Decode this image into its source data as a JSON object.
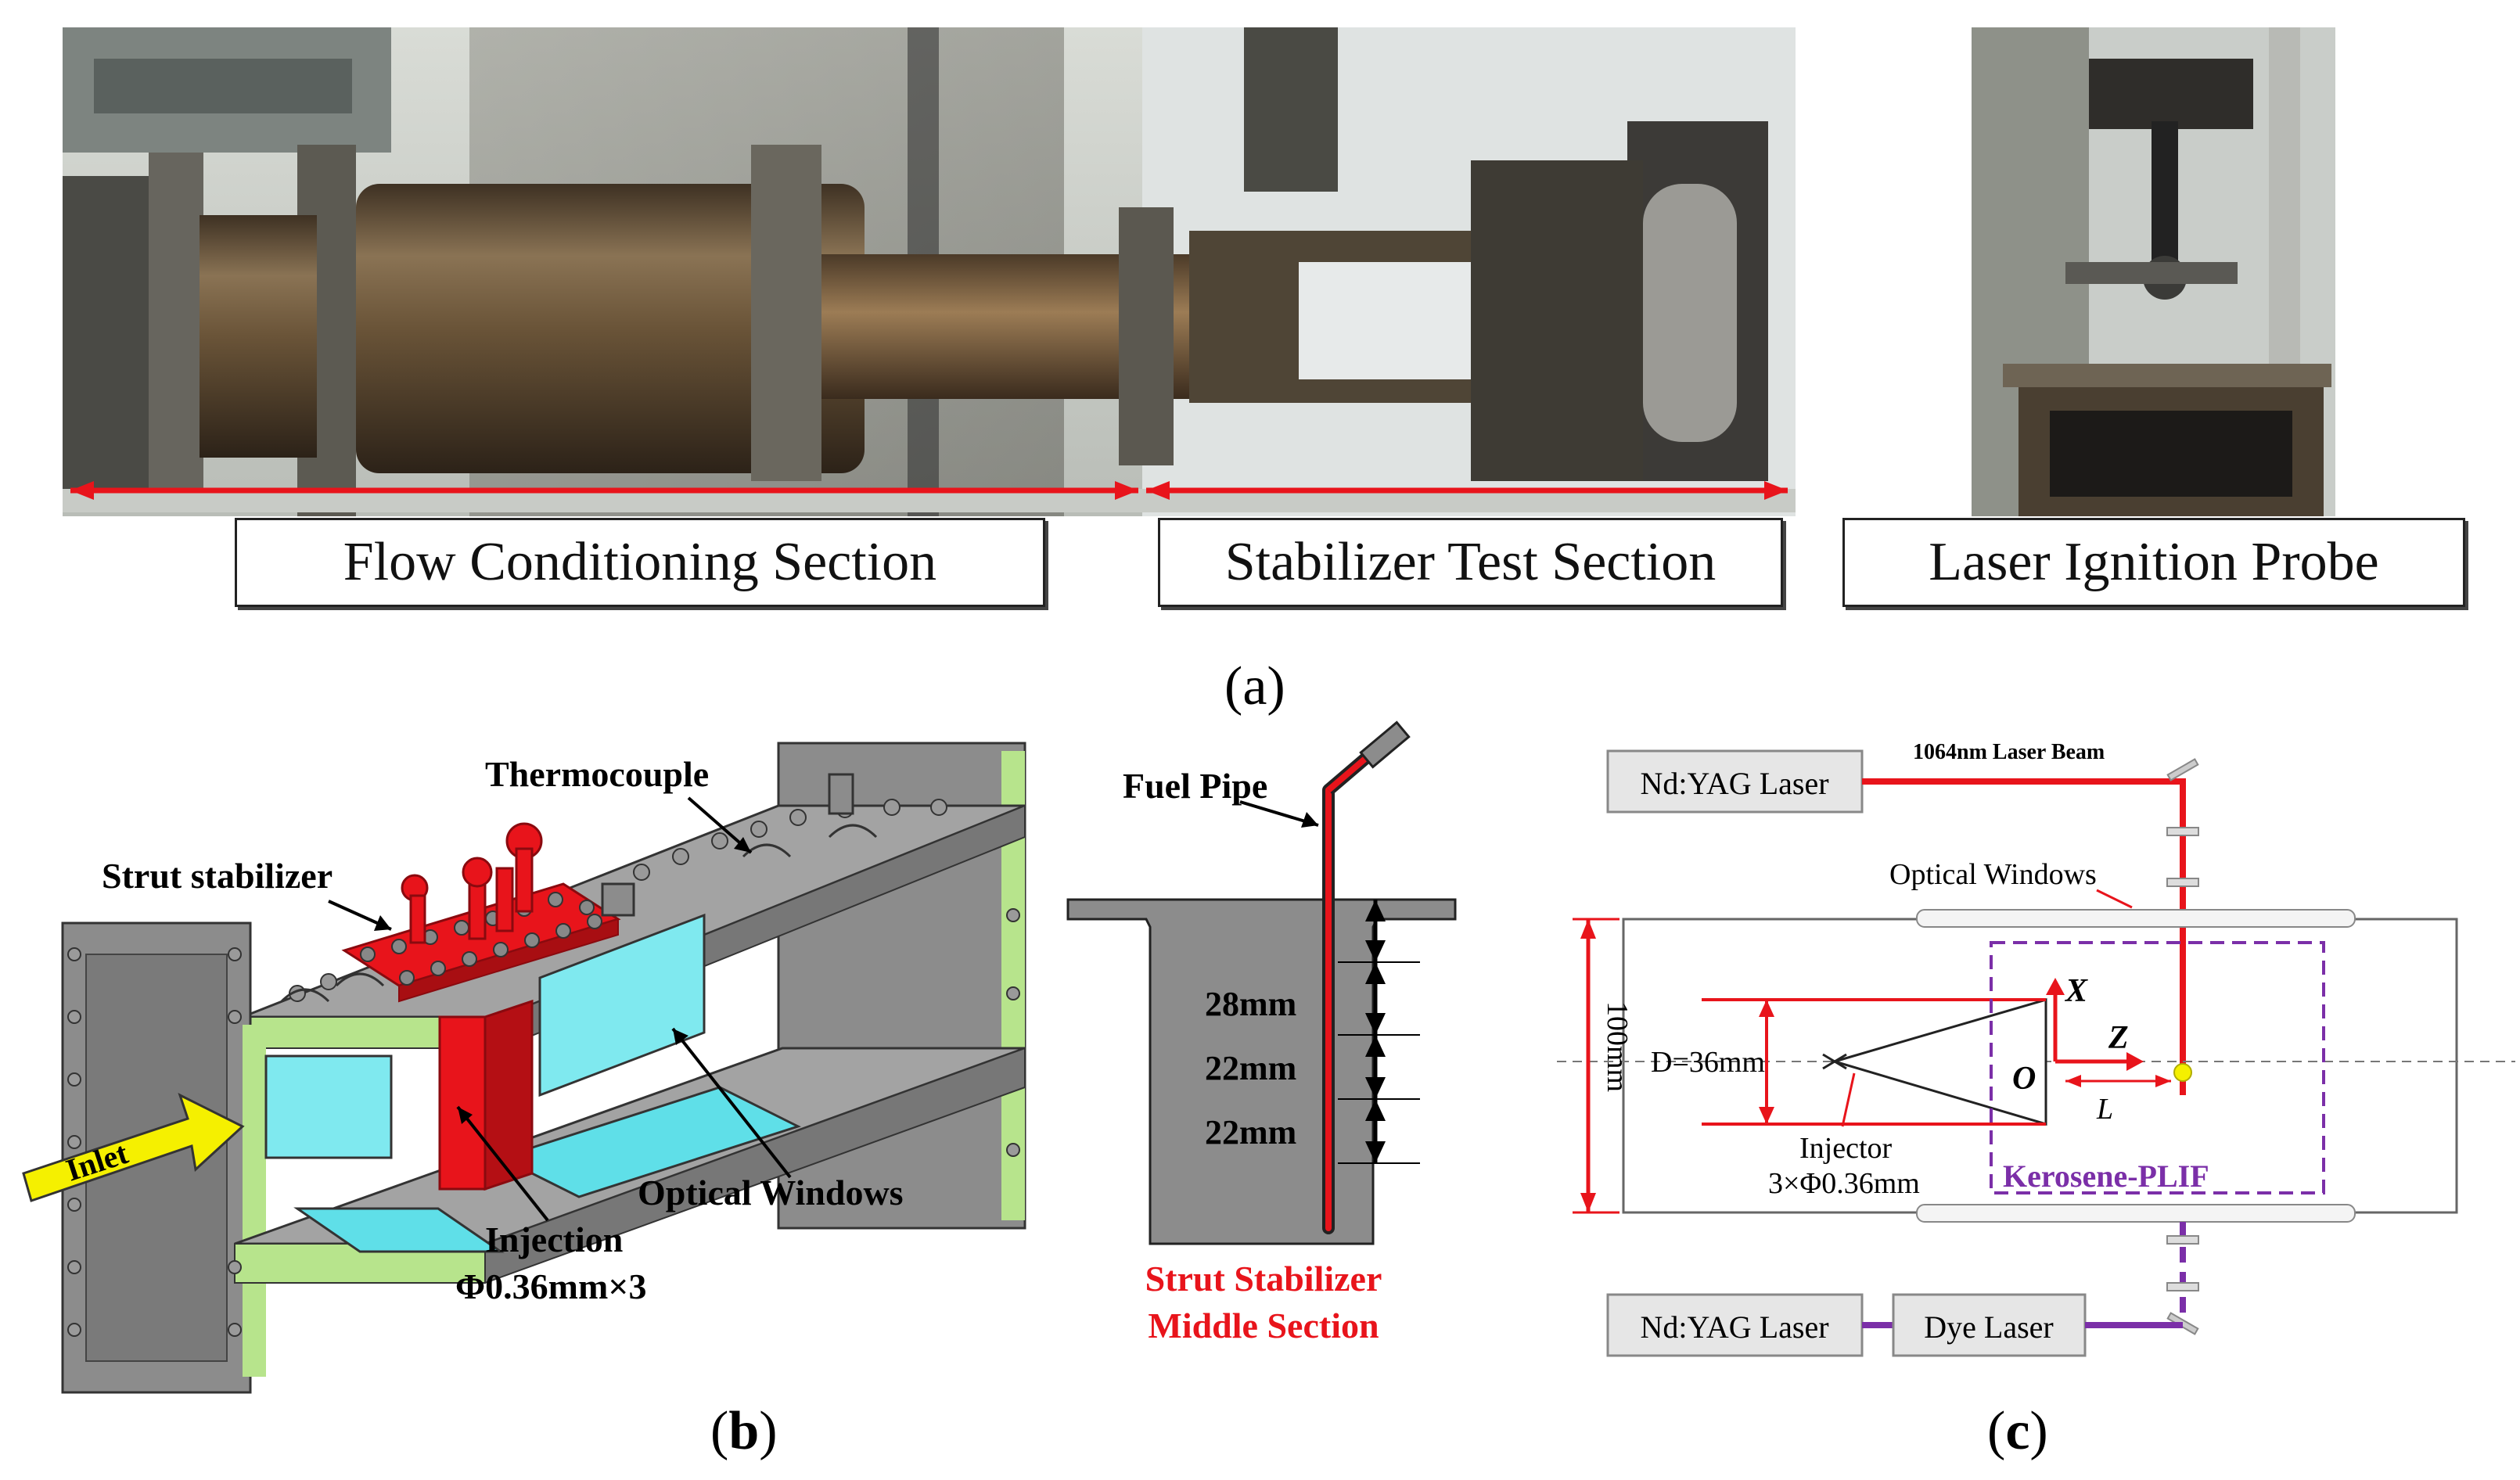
{
  "panel_a": {
    "label_flow": "Flow Conditioning Section",
    "label_stabilizer": "Stabilizer Test Section",
    "label_laser": "Laser Ignition Probe",
    "caption_open": "(",
    "caption_letter": "a",
    "caption_close": ")"
  },
  "panel_b": {
    "thermocouple": "Thermocouple",
    "strut_stabilizer": "Strut stabilizer",
    "inlet": "Inlet",
    "optical_windows": "Optical Windows",
    "injection": "Injection",
    "injection_spec": "Φ0.36mm×3",
    "fuel_pipe": "Fuel Pipe",
    "dim1": "28mm",
    "dim2": "22mm",
    "dim3": "22mm",
    "strut_title_1": "Strut Stabilizer",
    "strut_title_2": "Middle Section",
    "caption_open": "(",
    "caption_letter": "b",
    "caption_close": ")"
  },
  "panel_c": {
    "ndyag_top": "Nd:YAG Laser",
    "beam_label": "1064nm Laser Beam",
    "optical_windows": "Optical Windows",
    "height": "100mm",
    "diameter": "D=36mm",
    "axis_x": "X",
    "axis_z": "Z",
    "origin": "O",
    "length": "L",
    "injector": "Injector",
    "injector_spec": "3×Φ0.36mm",
    "plif": "Kerosene-PLIF",
    "ndyag_bottom": "Nd:YAG Laser",
    "dye_laser": "Dye Laser",
    "caption_open": "(",
    "caption_letter": "c",
    "caption_close": ")"
  },
  "colors": {
    "red": "#e8141b",
    "purple": "#7b2fa8",
    "cyan": "#7fe9ef",
    "green_edge": "#b7e48c",
    "gray": "#8c8c8c",
    "yellow": "#f5f000"
  }
}
